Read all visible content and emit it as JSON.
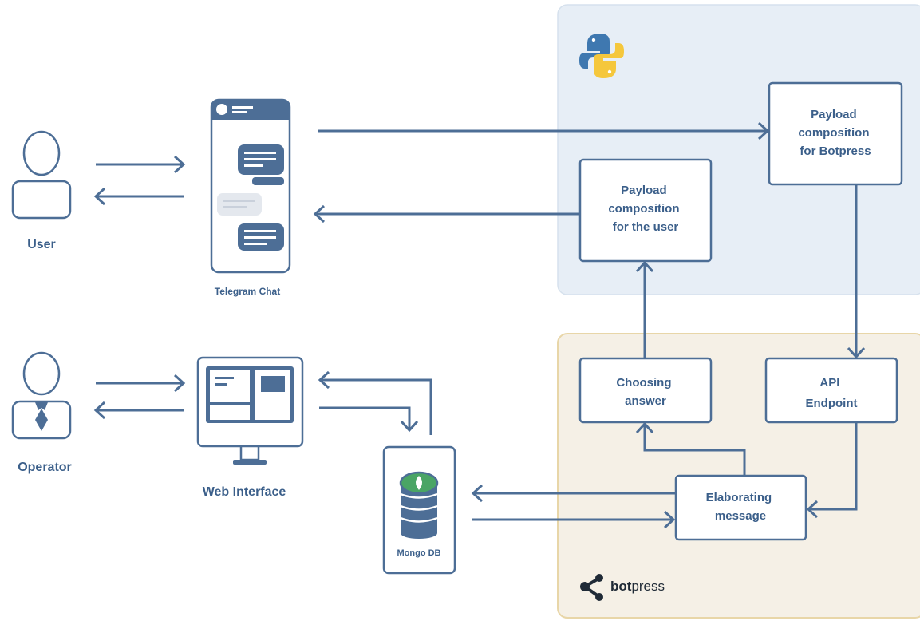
{
  "actors": {
    "user": "User",
    "operator": "Operator"
  },
  "channels": {
    "telegram": "Telegram Chat",
    "web": "Web Interface",
    "db": "Mongo DB"
  },
  "python_panel": {
    "box_botpress": [
      "Payload",
      "composition",
      "for Botpress"
    ],
    "box_user": [
      "Payload",
      "composition",
      "for the user"
    ]
  },
  "botpress_panel": {
    "choosing": [
      "Choosing",
      "answer"
    ],
    "api": [
      "API",
      "Endpoint"
    ],
    "elaborating": [
      "Elaborating",
      "message"
    ],
    "brand_bold": "bot",
    "brand_light": "press"
  },
  "colors": {
    "primary": "#4d6e96",
    "python_panel_bg": "#e7eef6",
    "botpress_panel_bg": "#f5f0e6",
    "botpress_panel_border": "#e8d6a8",
    "python_blue": "#3f78b0",
    "python_yellow": "#f5c73c",
    "mongo_green": "#4aa565"
  },
  "icons": [
    "user-icon",
    "operator-icon",
    "phone-chat-icon",
    "monitor-icon",
    "database-icon",
    "python-logo-icon",
    "botpress-logo-icon"
  ]
}
